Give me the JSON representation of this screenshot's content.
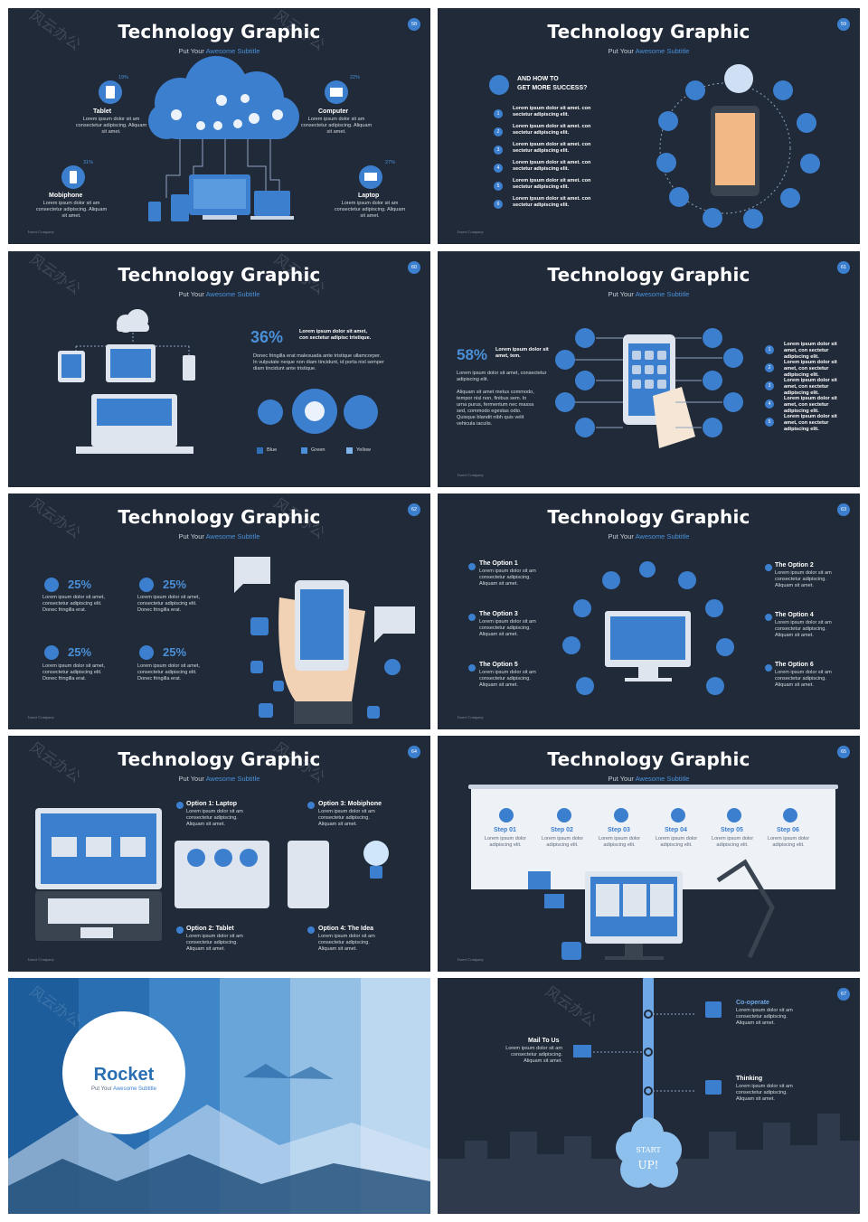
{
  "common": {
    "title": "Technology Graphic",
    "subtitle_prefix": "Put Your ",
    "subtitle_highlight": "Awesome Subtitle",
    "footer": "Insert Company",
    "lorem_short": "Lorem ipsum dolor sit am consectetur adipiscing. Aliquam sit amet."
  },
  "colors": {
    "background": "#212a38",
    "accent": "#3c7fcf",
    "light_accent": "#6ea8e6",
    "text": "#d6dae2"
  },
  "slide58": {
    "page": "58",
    "items": [
      {
        "pct": "19%",
        "label": "Tablet",
        "text": "Lorem ipsum dolor sit am consectetur adipiscing. Aliquam sit amet."
      },
      {
        "pct": "22%",
        "label": "Computer",
        "text": "Lorem ipsum dolor sit am consectetur adipiscing. Aliquam sit amet."
      },
      {
        "pct": "31%",
        "label": "Mobiphone",
        "text": "Lorem ipsum dolor sit am consectetur adipiscing. Aliquam sit amet."
      },
      {
        "pct": "27%",
        "label": "Laptop",
        "text": "Lorem ipsum dolor sit am consectetur adipiscing. Aliquam sit amet."
      }
    ]
  },
  "slide59": {
    "page": "59",
    "heading_line1": "AND HOW TO",
    "heading_line2": "GET MORE SUCCESS?",
    "list": [
      {
        "n": "1",
        "text": "Lorem ipsum dolor sit amet. con sectetur adipiscing elit."
      },
      {
        "n": "2",
        "text": "Lorem ipsum dolor sit amet. con sectetur adipiscing elit."
      },
      {
        "n": "3",
        "text": "Lorem ipsum dolor sit amet. con sectetur adipiscing elit."
      },
      {
        "n": "4",
        "text": "Lorem ipsum dolor sit amet. con sectetur adipiscing elit."
      },
      {
        "n": "5",
        "text": "Lorem ipsum dolor sit amet. con sectetur adipiscing elit."
      },
      {
        "n": "6",
        "text": "Lorem ipsum dolor sit amet. con sectetur adipiscing elit."
      }
    ]
  },
  "slide60": {
    "page": "60",
    "pct": "36%",
    "lead": "Lorem ipsum dolor sit amet, con sectetur adipisc tristique.",
    "body": "Donec fringilla erat malesuada ante tristique ullamcorper. In vulputate neque non diam tincidunt, id porta nisl semper diam tincidunt ante tristique.",
    "legend": [
      "Blue",
      "Green",
      "Yellow"
    ],
    "legend_colors": [
      "#2f6fb8",
      "#4a8fd8",
      "#7fb4ea"
    ]
  },
  "slide61": {
    "page": "61",
    "pct": "58%",
    "lead": "Lorem ipsum dolor sit amet, tem.",
    "p1": "Lorem ipsum dolor sit amet, consectetur adipiscing elit.",
    "p2": "Aliquam sit amet metus commodo, tempor nisl non, finibus sem. In urna purus, fermentum nec massa sed, commodo egestas odio. Quisque blandit nibh quis velit vehicula iaculis.",
    "list": [
      {
        "n": "1",
        "text": "Lorem ipsum dolor sit amet, con sectetur adipiscing elit."
      },
      {
        "n": "2",
        "text": "Lorem ipsum dolor sit amet, con sectetur adipiscing elit."
      },
      {
        "n": "3",
        "text": "Lorem ipsum dolor sit amet, con sectetur adipiscing elit."
      },
      {
        "n": "4",
        "text": "Lorem ipsum dolor sit amet, con sectetur adipiscing elit."
      },
      {
        "n": "5",
        "text": "Lorem ipsum dolor sit amet, con sectetur adipiscing elit."
      }
    ]
  },
  "slide62": {
    "page": "62",
    "stats": [
      {
        "pct": "25%",
        "text": "Lorem ipsum dolor sit amet, consectetur adipiscing elit. Donec fringilla erat."
      },
      {
        "pct": "25%",
        "text": "Lorem ipsum dolor sit amet, consectetur adipiscing elit. Donec fringilla erat."
      },
      {
        "pct": "25%",
        "text": "Lorem ipsum dolor sit amet, consectetur adipiscing elit. Donec fringilla erat."
      },
      {
        "pct": "25%",
        "text": "Lorem ipsum dolor sit amet, consectetur adipiscing elit. Donec fringilla erat."
      }
    ]
  },
  "slide63": {
    "page": "63",
    "options": [
      {
        "label": "The Option 1",
        "text": "Lorem ipsum dolor sit am consectetur adipiscing. Aliquam sit amet."
      },
      {
        "label": "The Option 2",
        "text": "Lorem ipsum dolor sit am consectetur adipiscing. Aliquam sit amet."
      },
      {
        "label": "The Option 3",
        "text": "Lorem ipsum dolor sit am consectetur adipiscing. Aliquam sit amet."
      },
      {
        "label": "The Option 4",
        "text": "Lorem ipsum dolor sit am consectetur adipiscing. Aliquam sit amet."
      },
      {
        "label": "The Option 5",
        "text": "Lorem ipsum dolor sit am consectetur adipiscing. Aliquam sit amet."
      },
      {
        "label": "The Option 6",
        "text": "Lorem ipsum dolor sit am consectetur adipiscing. Aliquam sit amet."
      }
    ]
  },
  "slide64": {
    "page": "64",
    "options": [
      {
        "label": "Option 1: Laptop",
        "text": "Lorem ipsum dolor sit am consectetur adipiscing. Aliquam sit amet."
      },
      {
        "label": "Option 3: Mobiphone",
        "text": "Lorem ipsum dolor sit am consectetur adipiscing. Aliquam sit amet."
      },
      {
        "label": "Option 2: Tablet",
        "text": "Lorem ipsum dolor sit am consectetur adipiscing. Aliquam sit amet."
      },
      {
        "label": "Option 4: The Idea",
        "text": "Lorem ipsum dolor sit am consectetur adipiscing. Aliquam sit amet."
      }
    ]
  },
  "slide65": {
    "page": "65",
    "steps": [
      {
        "label": "Step 01",
        "text": "Lorem ipsum dolor adipiscing elit."
      },
      {
        "label": "Step 02",
        "text": "Lorem ipsum dolor adipiscing elit."
      },
      {
        "label": "Step 03",
        "text": "Lorem ipsum dolor adipiscing elit."
      },
      {
        "label": "Step 04",
        "text": "Lorem ipsum dolor adipiscing elit."
      },
      {
        "label": "Step 05",
        "text": "Lorem ipsum dolor adipiscing elit."
      },
      {
        "label": "Step 06",
        "text": "Lorem ipsum dolor adipiscing elit."
      }
    ]
  },
  "slide66": {
    "title": "Rocket",
    "subtitle_prefix": "Put Your ",
    "subtitle_highlight": "Awesome Subtitle"
  },
  "slide67": {
    "page": "67",
    "items": [
      {
        "label": "Co-operate",
        "text": "Lorem ipsum dolor sit am consectetur adipiscing. Aliquam sit amet."
      },
      {
        "label": "Mail To Us",
        "text": "Lorem ipsum dolor sit am consectetur adipiscing. Aliquam sit amet."
      },
      {
        "label": "Thinking",
        "text": "Lorem ipsum dolor sit am consectetur adipiscing. Aliquam sit amet."
      }
    ],
    "start": "START",
    "up": "UP!"
  },
  "watermark": "风云办公"
}
